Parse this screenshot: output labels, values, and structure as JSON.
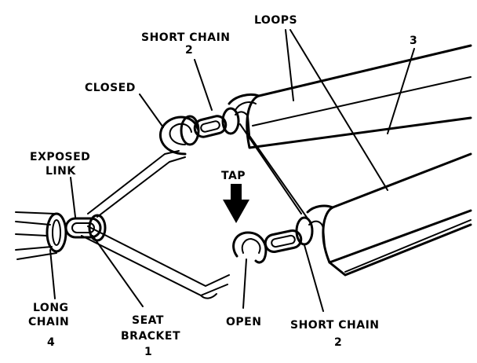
{
  "labels": {
    "short_chain_top": "SHORT CHAIN",
    "short_chain_top_num": "2",
    "loops": "LOOPS",
    "part_3": "3",
    "closed": "CLOSED",
    "exposed_link_1": "EXPOSED",
    "exposed_link_2": "LINK",
    "tap": "TAP",
    "long_chain_1": "LONG",
    "long_chain_2": "CHAIN",
    "long_chain_num": "4",
    "seat_bracket_1": "SEAT",
    "seat_bracket_2": "BRACKET",
    "seat_bracket_num": "1",
    "open": "OPEN",
    "short_chain_bottom": "SHORT CHAIN",
    "short_chain_bottom_num": "2"
  },
  "colors": {
    "ink": "#000000",
    "paper": "#ffffff"
  }
}
